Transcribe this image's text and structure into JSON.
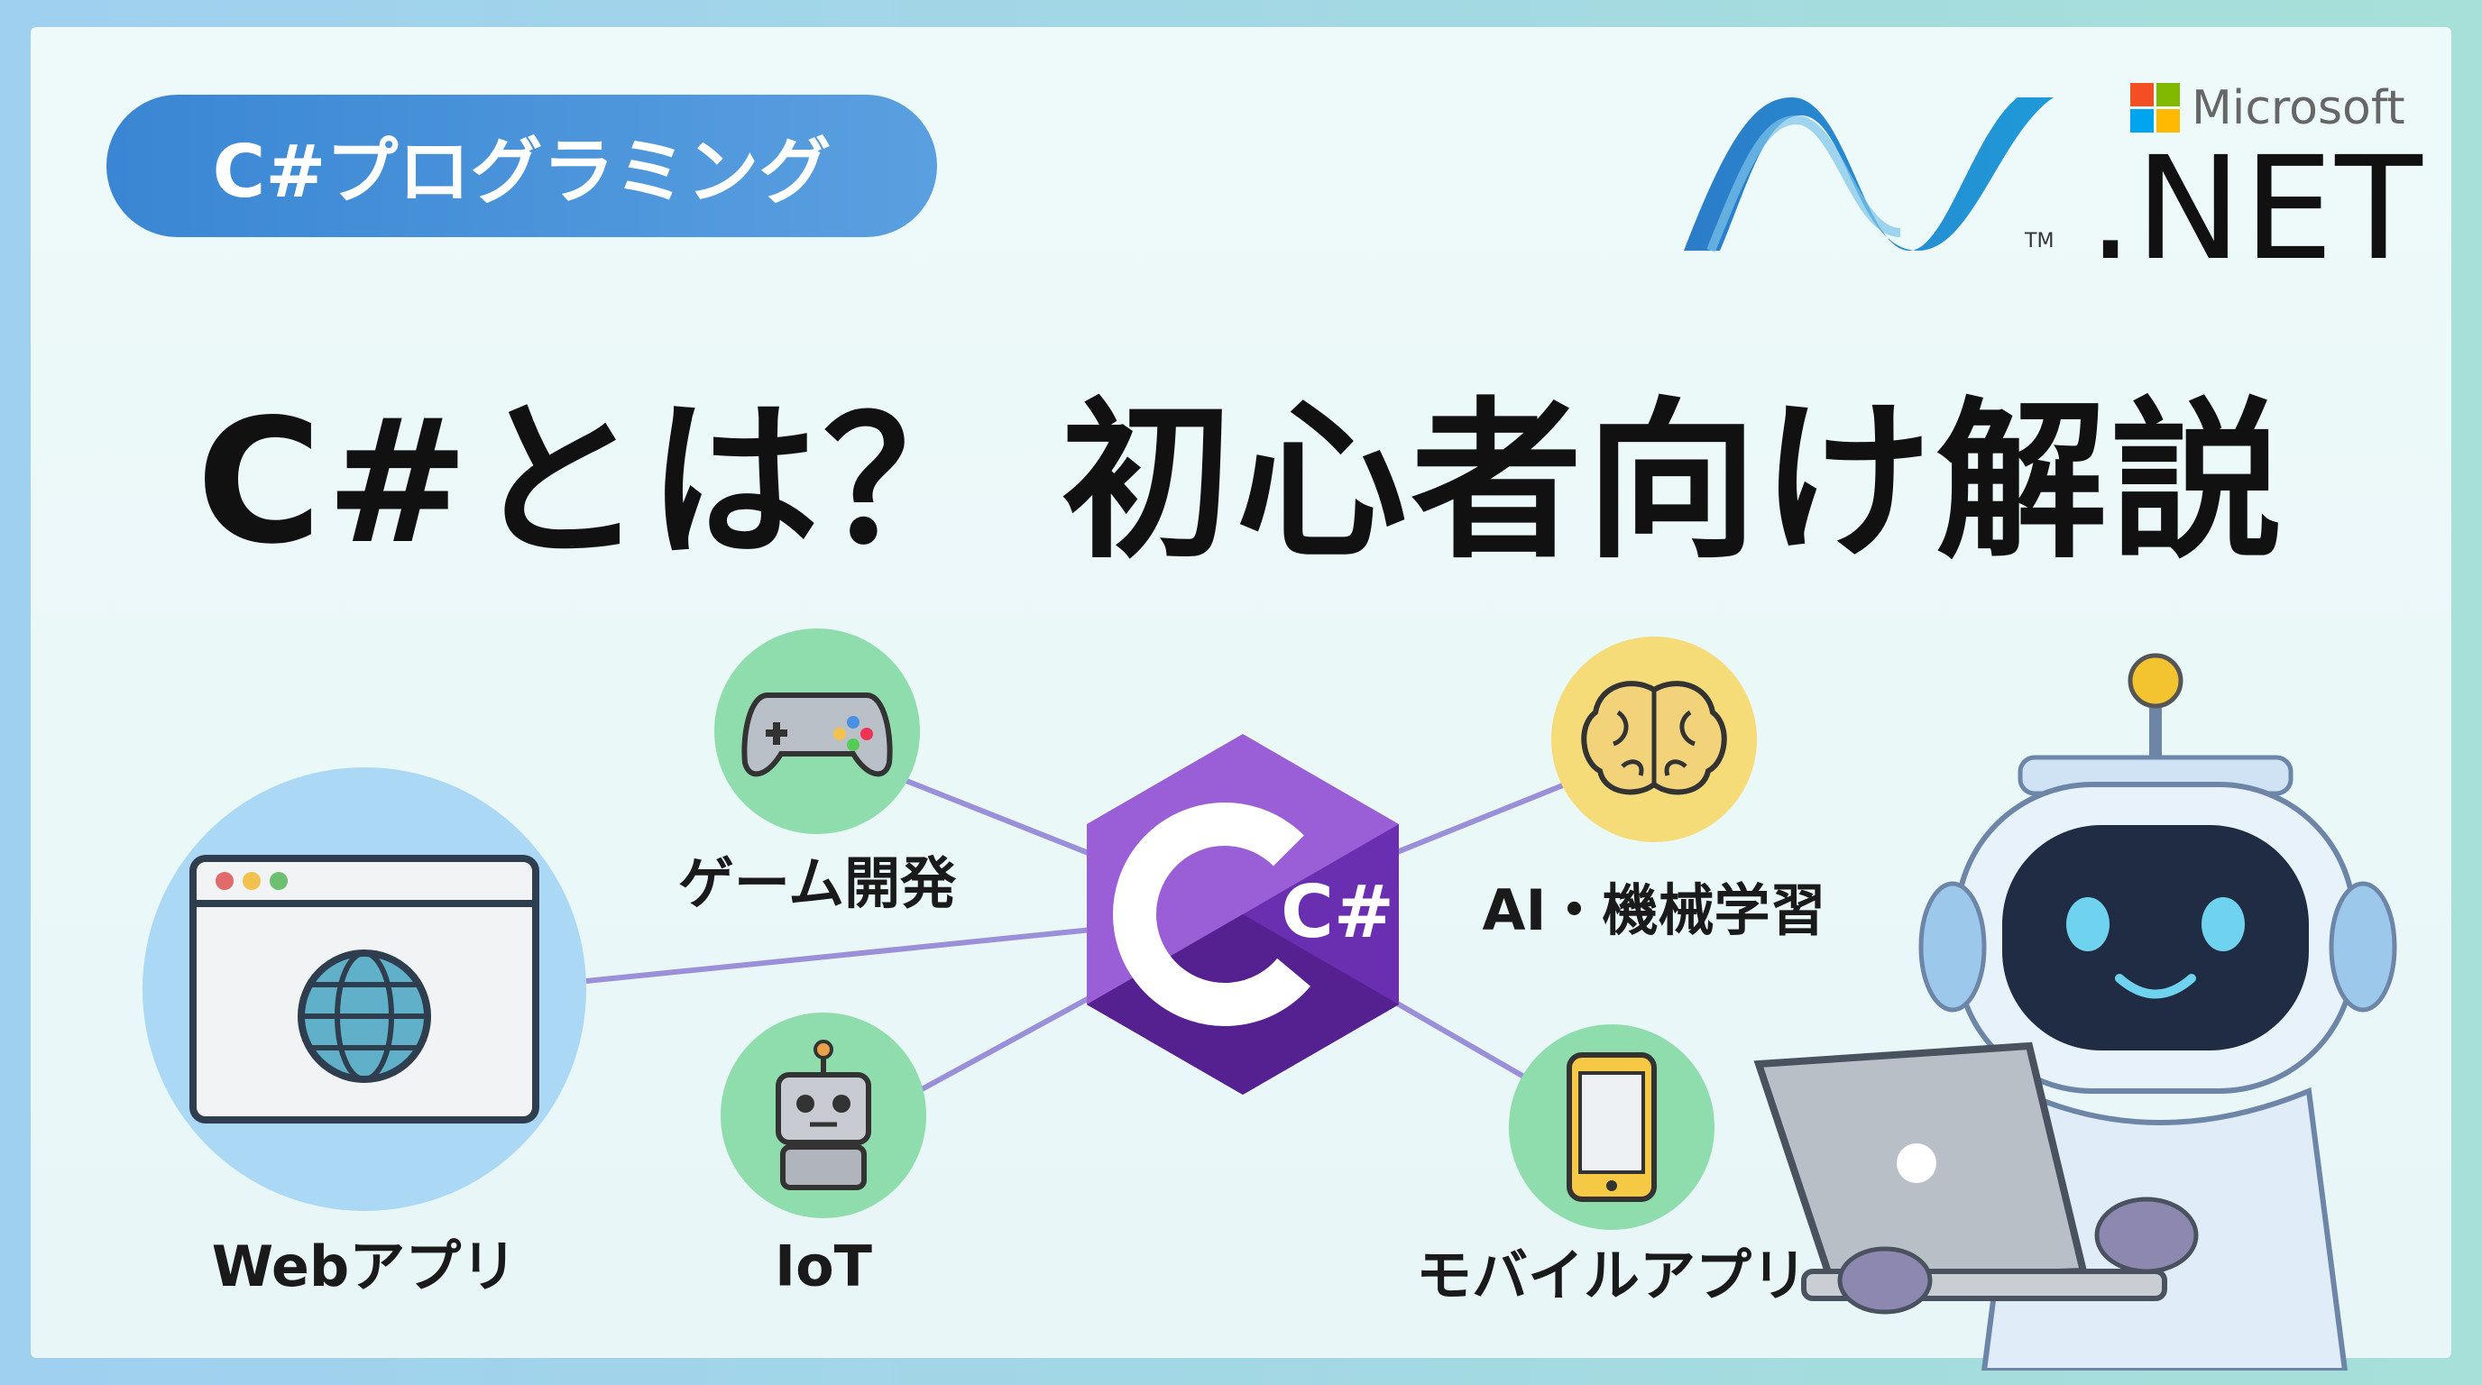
{
  "badge": {
    "label": "C#プログラミング"
  },
  "title": "C#とは？ 初心者向け解説",
  "logo": {
    "brand": "Microsoft",
    "product": ".NET",
    "trademark": "TM"
  },
  "center": {
    "label": "C#"
  },
  "topics": [
    {
      "label": "Webアプリ",
      "icon": "browser-globe-icon"
    },
    {
      "label": "ゲーム開発",
      "icon": "gamepad-icon"
    },
    {
      "label": "IoT",
      "icon": "robot-icon"
    },
    {
      "label": "AI・機械学習",
      "icon": "brain-icon"
    },
    {
      "label": "モバイルアプリ",
      "icon": "smartphone-icon"
    }
  ],
  "colors": {
    "accent": "#3a86d4",
    "csharp": "#6a2fb0",
    "green": "#8fdcad",
    "yellow": "#f6dc78"
  }
}
